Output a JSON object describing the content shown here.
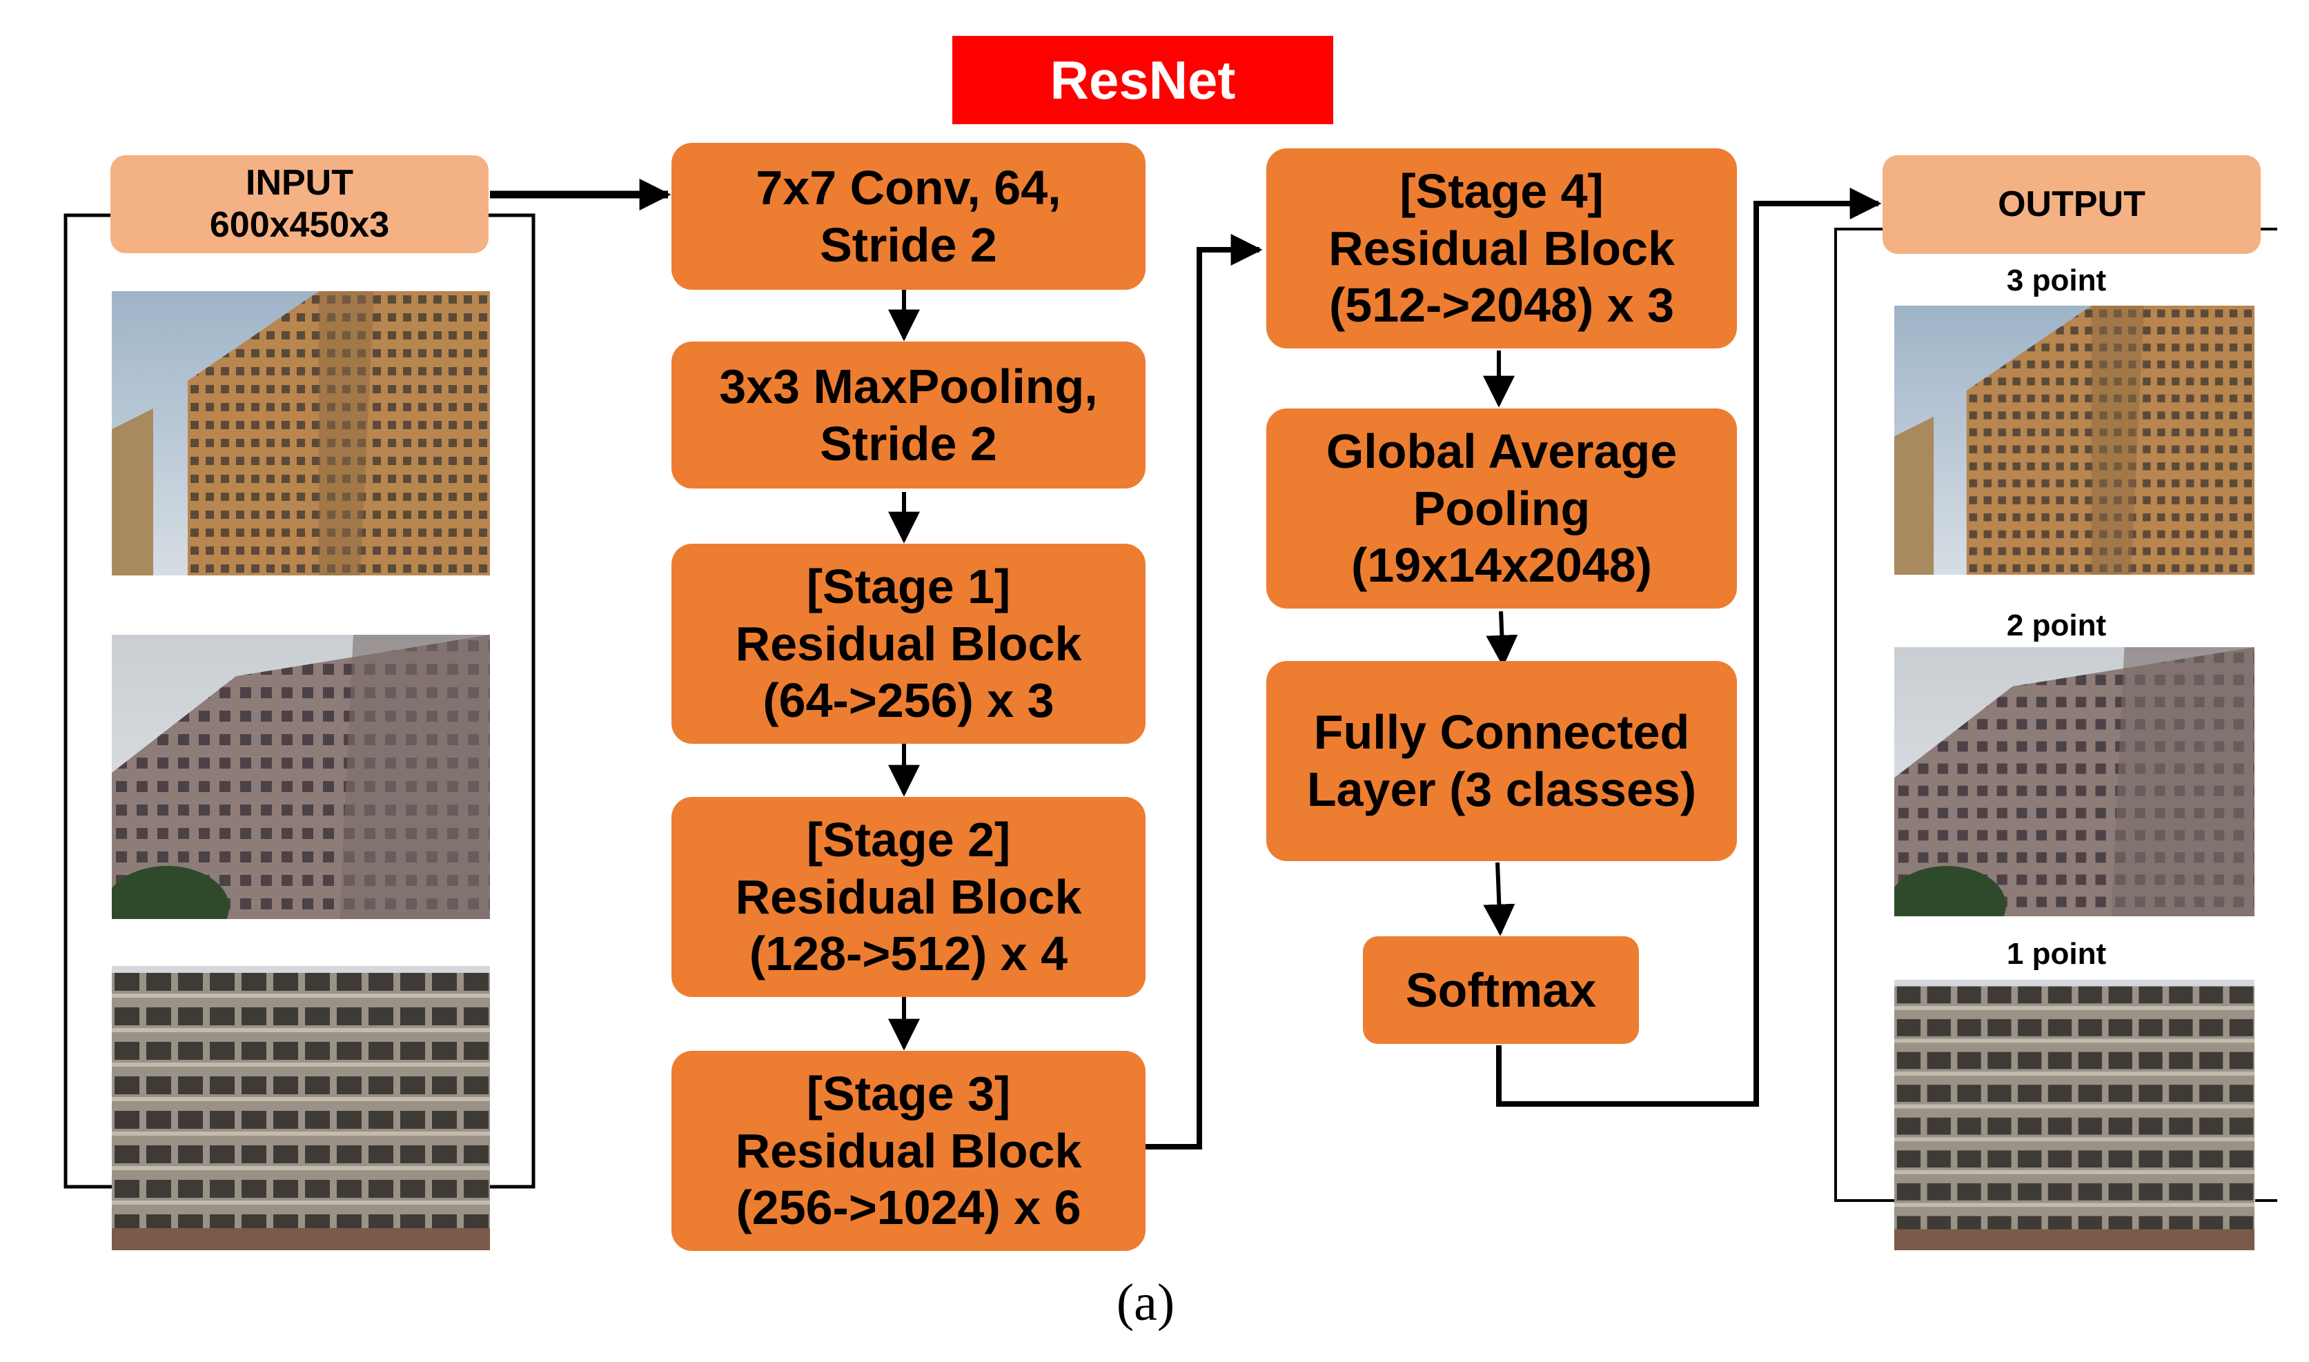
{
  "title": "ResNet",
  "input": {
    "line1": "INPUT",
    "line2": "600x450x3"
  },
  "output": {
    "label": "OUTPUT"
  },
  "layers_left": [
    {
      "lines": [
        "7x7 Conv, 64,",
        "Stride 2"
      ]
    },
    {
      "lines": [
        "3x3 MaxPooling,",
        "Stride 2"
      ]
    },
    {
      "lines": [
        "[Stage 1]",
        "Residual Block",
        "(64->256) x 3"
      ]
    },
    {
      "lines": [
        "[Stage 2]",
        "Residual Block",
        "(128->512) x 4"
      ]
    },
    {
      "lines": [
        "[Stage 3]",
        "Residual Block",
        "(256->1024) x 6"
      ]
    }
  ],
  "layers_right": [
    {
      "lines": [
        "[Stage 4]",
        "Residual Block",
        "(512->2048) x 3"
      ]
    },
    {
      "lines": [
        "Global Average",
        "Pooling",
        "(19x14x2048)"
      ]
    },
    {
      "lines": [
        "Fully Connected",
        "Layer (3 classes)"
      ]
    },
    {
      "lines": [
        "Softmax"
      ]
    }
  ],
  "output_labels": [
    "3 point",
    "2 point",
    "1 point"
  ],
  "caption": "(a)",
  "colors": {
    "block": "#ED7D31",
    "io": "#F4B183",
    "title_bg": "#FF0000"
  }
}
